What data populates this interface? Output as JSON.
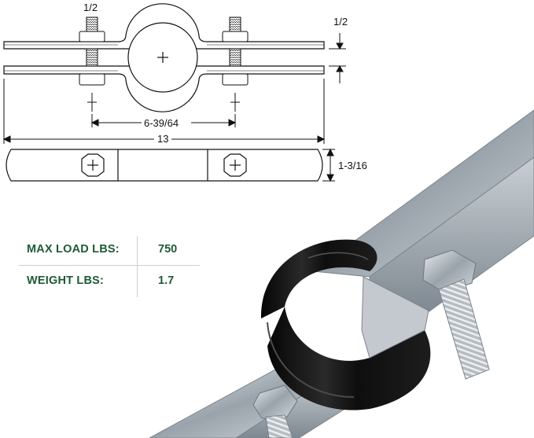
{
  "dimensions": {
    "bolt_size": "1/2",
    "gap": "1/2",
    "bolt_spacing": "6-39/64",
    "overall_length": "13",
    "strap_height": "1-3/16"
  },
  "specs": [
    {
      "label": "MAX LOAD LBS:",
      "value": "750"
    },
    {
      "label": "WEIGHT LBS:",
      "value": "1.7"
    }
  ],
  "colors": {
    "spec_text": "#1f5a36",
    "line": "#111111",
    "clamp_black": "#0d0d0d",
    "steel": "#a9b1b8"
  }
}
